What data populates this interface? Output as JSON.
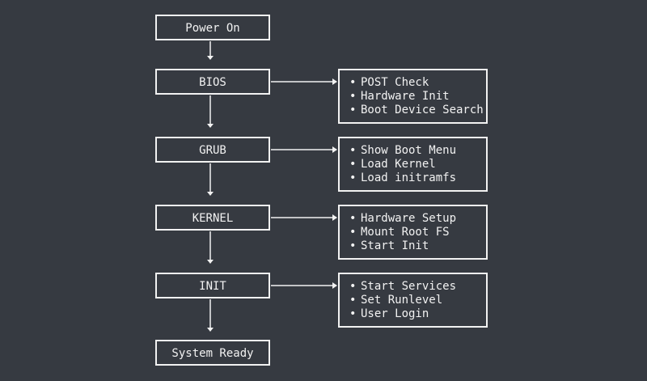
{
  "stages": [
    {
      "label": "Power On",
      "details": []
    },
    {
      "label": "BIOS",
      "details": [
        "POST Check",
        "Hardware Init",
        "Boot Device Search"
      ]
    },
    {
      "label": "GRUB",
      "details": [
        "Show Boot Menu",
        "Load Kernel",
        "Load initramfs"
      ]
    },
    {
      "label": "KERNEL",
      "details": [
        "Hardware Setup",
        "Mount Root FS",
        "Start Init"
      ]
    },
    {
      "label": "INIT",
      "details": [
        "Start Services",
        "Set Runlevel",
        "User Login"
      ]
    },
    {
      "label": "System Ready",
      "details": []
    }
  ],
  "colors": {
    "background": "#363a41",
    "stroke": "#f2f2f2"
  },
  "icons": {
    "bullet": "•"
  }
}
